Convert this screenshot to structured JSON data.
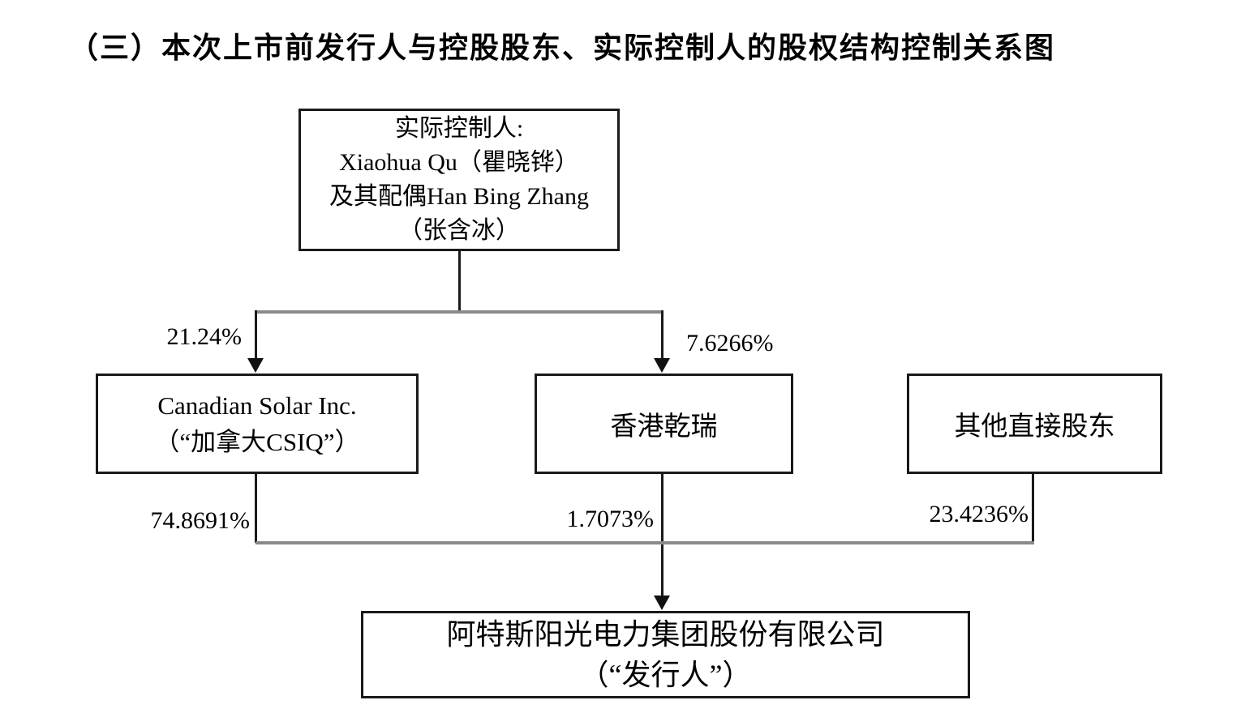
{
  "title": "（三）本次上市前发行人与控股股东、实际控制人的股权结构控制关系图",
  "nodes": {
    "controller": {
      "line1": "实际控制人:",
      "line2": "Xiaohua Qu（瞿晓铧）",
      "line3": "及其配偶Han Bing Zhang",
      "line4": "（张含冰）"
    },
    "canadian_solar": {
      "line1": "Canadian Solar Inc.",
      "line2": "（“加拿大CSIQ”）"
    },
    "hk_qianrui": {
      "label": "香港乾瑞"
    },
    "other_shareholders": {
      "label": "其他直接股东"
    },
    "issuer": {
      "line1": "阿特斯阳光电力集团股份有限公司",
      "line2": "（“发行人”）"
    }
  },
  "ownership": {
    "controller_to_canadian_solar": "21.24%",
    "controller_to_hk_qianrui": "7.6266%",
    "canadian_solar_to_issuer": "74.8691%",
    "hk_qianrui_to_issuer": "1.7073%",
    "other_shareholders_to_issuer": "23.4236%"
  },
  "colors": {
    "background": "#ffffff",
    "text": "#000000",
    "box_border": "#1a1a1a",
    "vertical_line": "#1a1a1a",
    "horizontal_rail": "#8a8a8a"
  }
}
